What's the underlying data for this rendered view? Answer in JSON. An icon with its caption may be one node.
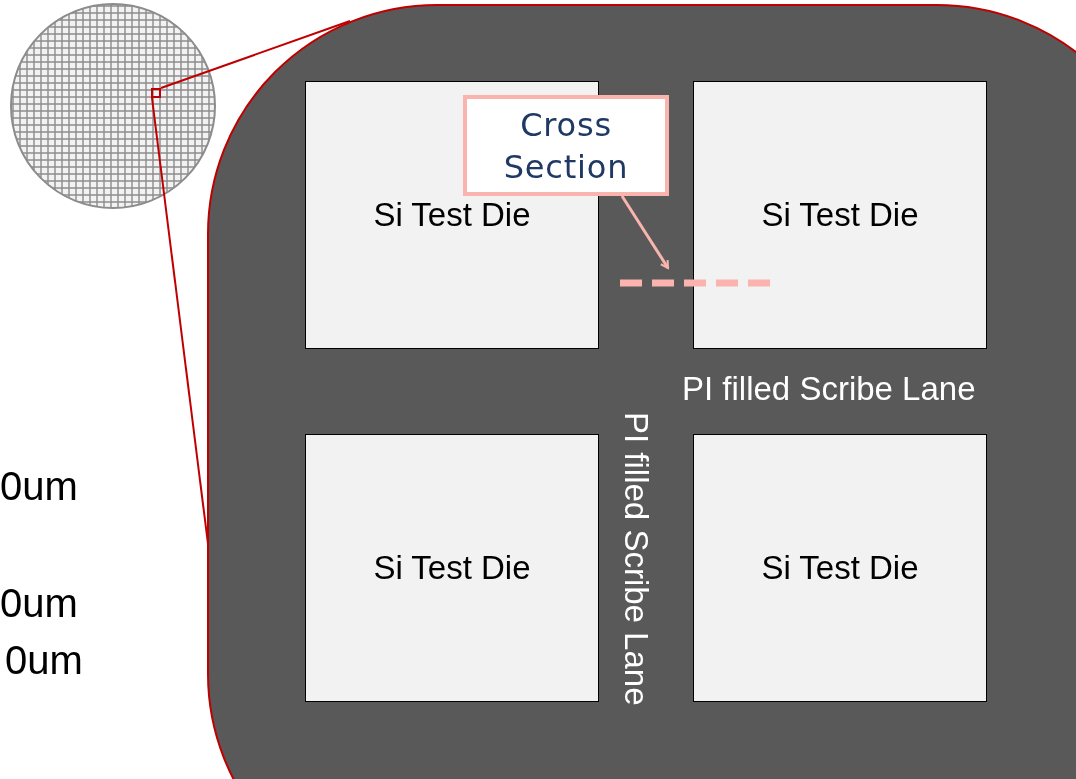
{
  "diagram": {
    "nodes": [
      {
        "text": [],
        "shape": "circle"
      },
      {
        "text": [],
        "shape": "box",
        "in": 0
      },
      {
        "text": [],
        "shape": "box"
      },
      {
        "text": [
          "Si Test Die"
        ],
        "in": 2
      },
      {
        "text": [
          "Si Test Die"
        ],
        "in": 2
      },
      {
        "text": [
          "Cross Section"
        ],
        "in": 2
      },
      {
        "text": [],
        "shape": "bar",
        "in": 2
      },
      {
        "text": [
          "Si Test Die"
        ],
        "in": 2
      },
      {
        "text": [
          "Si Test Die"
        ],
        "in": 2
      }
    ],
    "edges": [
      {
        "from": 1,
        "to": 2,
        "arrow": "none"
      },
      {
        "from": 1,
        "to": 2,
        "arrow": "none"
      },
      {
        "from": 5,
        "to": 6,
        "arrow": "to",
        "color": "#f9b4ad"
      }
    ],
    "labels": [
      "PI filled Scribe Lane",
      "PI filled Scribe Lane",
      "0um",
      "0um",
      "0um"
    ]
  }
}
